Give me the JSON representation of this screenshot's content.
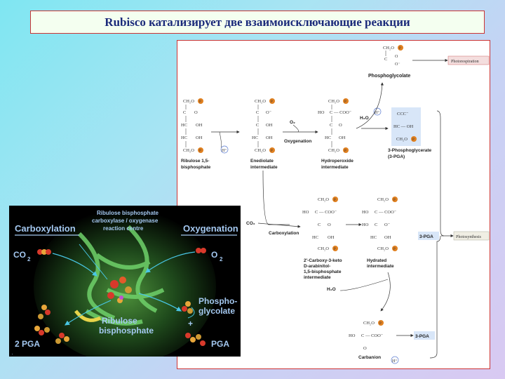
{
  "title": "Rubisco катализирует две взаимоисключающие реакции",
  "pathway": {
    "ch2op": "CH₂O",
    "p": "P",
    "c": "C",
    "o": "O",
    "oh": "OH",
    "coo": "COO⁻",
    "ccoo": "C — COO⁻",
    "hc": "HC",
    "ho": "HO",
    "hcoh": "HC — OH",
    "o_minus": "O⁻",
    "ccc": "CCC⁻",
    "h2o": "H₂O",
    "o2": "O₂",
    "co2": "CO₂",
    "h_plus": "H⁺",
    "oh_g": "OH",
    "phosphoglycolate": "Phosphoglycolate",
    "photorespiration": "Photorespiration",
    "ribulose_label": [
      "Ribulose 1,5-",
      "bisphosphate"
    ],
    "enediolate_label": [
      "Enediolate",
      "intermediate"
    ],
    "oxygenation": "Oxygenation",
    "hydroperoxide_label": [
      "Hydroperoxide",
      "intermediate"
    ],
    "pga3_label": [
      "3-Phosphoglycerate",
      "(3-PGA)"
    ],
    "carboxylation": "Carboxylation",
    "keto_label": [
      "2′-Carboxy-3-keto",
      "D-arabinitol-",
      "1,5-bisphosphate",
      "intermediate"
    ],
    "hydrated_label": [
      "Hydrated",
      "intermediate"
    ],
    "pga": "3-PGA",
    "photosynthesis": "Photosynthesis",
    "carbanion": "Carbanion",
    "pga_bottom": "3-PGA"
  },
  "protein": {
    "carboxylation": "Carboxylation",
    "oxygenation": "Oxygenation",
    "centre_label": [
      "Ribulose bisphosphate",
      "carboxylase / oxygenase",
      "reaction centre"
    ],
    "co2": "CO",
    "co2_sub": "2",
    "o2": "O",
    "o2_sub": "2",
    "substrate": [
      "Ribulose",
      "bisphosphate"
    ],
    "phospho": [
      "Phospho-",
      "glycolate"
    ],
    "plus": "+",
    "pga2": "2 PGA",
    "pga": "PGA"
  }
}
